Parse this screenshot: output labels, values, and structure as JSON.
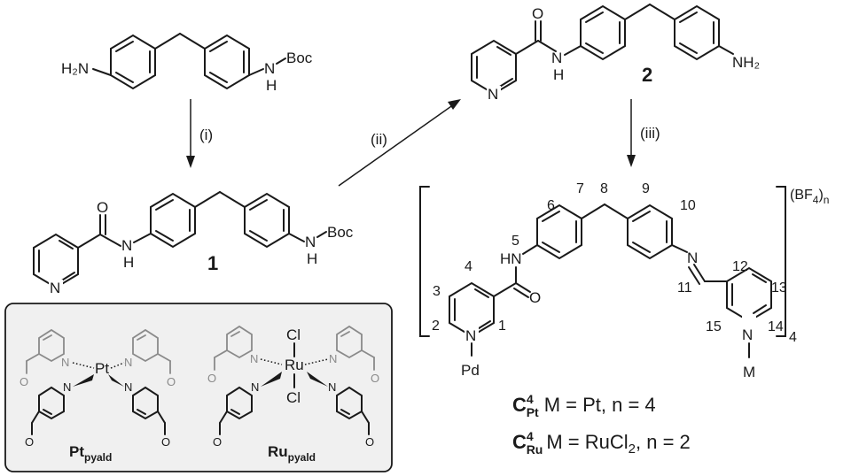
{
  "atoms": {
    "H2N": "H₂N",
    "NH": "N",
    "H": "H",
    "Boc": "Boc",
    "O": "O",
    "N": "N",
    "NH2": "NH₂",
    "HN": "HN",
    "Pd": "Pd",
    "M": "M",
    "Pt": "Pt",
    "Ru": "Ru",
    "Cl": "Cl"
  },
  "conditions": {
    "step1": "(i)",
    "step2": "(ii)",
    "step3": "(iii)"
  },
  "compounds": {
    "c1": "1",
    "c2": "2"
  },
  "numbering": {
    "n1": "1",
    "n2": "2",
    "n3": "3",
    "n4": "4",
    "n5": "5",
    "n6": "6",
    "n7": "7",
    "n8": "8",
    "n9": "9",
    "n10": "10",
    "n11": "11",
    "n12": "12",
    "n13": "13",
    "n14": "14",
    "n15": "15"
  },
  "bracket": {
    "counterion_main": "(BF",
    "counterion_sub": "4",
    "counterion_close": ")",
    "n_sub": "n",
    "repeat_sub": "4"
  },
  "products": {
    "pt_name": "C",
    "pt_sup": "4",
    "pt_sub": "Pt",
    "pt_desc": "M = Pt, n = 4",
    "ru_name": "C",
    "ru_sup": "4",
    "ru_sub": "Ru",
    "ru_desc_a": "M = RuCl",
    "ru_desc_sub": "2",
    "ru_desc_b": ",  n = 2"
  },
  "precursors": {
    "pt_main": "Pt",
    "pt_sub": "pyald",
    "ru_main": "Ru",
    "ru_sub": "pyald"
  }
}
